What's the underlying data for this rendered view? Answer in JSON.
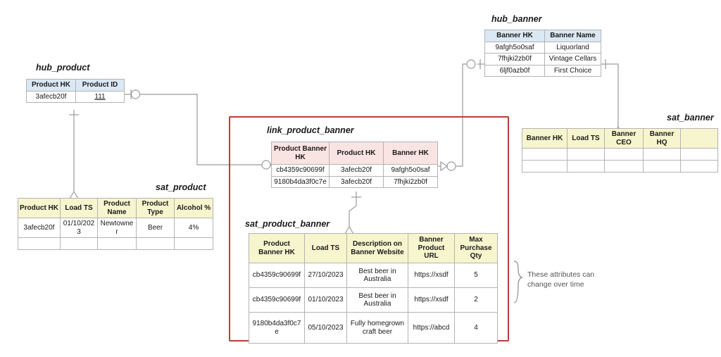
{
  "diagram": {
    "title_note": "These attributes can change over time",
    "highlight_color": "#b5403a",
    "hub_header_color": "#dae8f4",
    "link_header_color": "#fae3e3",
    "sat_header_color": "#f7f5cd"
  },
  "hub_product": {
    "caption": "hub_product",
    "columns": [
      "Product HK",
      "Product ID"
    ],
    "rows": [
      [
        "3afecb20f",
        "111"
      ]
    ]
  },
  "hub_banner": {
    "caption": "hub_banner",
    "columns": [
      "Banner HK",
      "Banner Name"
    ],
    "rows": [
      [
        "9afgh5o0saf",
        "Liquorland"
      ],
      [
        "7fhjki2zb0f",
        "Vintage Cellars"
      ],
      [
        "6ljf0azb0f",
        "First Choice"
      ]
    ]
  },
  "sat_product": {
    "caption": "sat_product",
    "columns": [
      "Product HK",
      "Load TS",
      "Product Name",
      "Product Type",
      "Alcohol %"
    ],
    "rows": [
      [
        "3afecb20f",
        "01/10/2023",
        "Newtowner",
        "Beer",
        "4%"
      ],
      [
        "",
        "",
        "",
        "",
        ""
      ]
    ]
  },
  "sat_banner": {
    "caption": "sat_banner",
    "columns": [
      "Banner HK",
      "Load TS",
      "Banner CEO",
      "Banner HQ",
      ""
    ],
    "rows": [
      [
        "",
        "",
        "",
        "",
        ""
      ],
      [
        "",
        "",
        "",
        "",
        ""
      ]
    ]
  },
  "link_product_banner": {
    "caption": "link_product_banner",
    "columns": [
      "Product Banner HK",
      "Product HK",
      "Banner HK"
    ],
    "rows": [
      [
        "cb4359c90699f",
        "3afecb20f",
        "9afgh5o0saf"
      ],
      [
        "9180b4da3f0c7e",
        "3afecb20f",
        "7fhjki2zb0f"
      ]
    ]
  },
  "sat_product_banner": {
    "caption": "sat_product_banner",
    "columns": [
      "Product Banner HK",
      "Load TS",
      "Description on Banner Website",
      "Banner Product URL",
      "Max Purchase Qty"
    ],
    "rows": [
      {
        "product_banner_hk": "cb4359c90699f",
        "load_ts": "27/10/2023",
        "description": "Best beer in Australia",
        "url": "https://xsdf",
        "qty": "5",
        "qty_color": "green"
      },
      {
        "product_banner_hk": "cb4359c90699f",
        "load_ts": "01/10/2023",
        "description": "Best beer in Australia",
        "url": "https://xsdf",
        "qty": "2",
        "qty_color": "red"
      },
      {
        "product_banner_hk": "9180b4da3f0c7e",
        "load_ts": "05/10/2023",
        "description": "Fully homegrown craft beer",
        "url": "https://abcd",
        "qty": "4",
        "qty_color": "black"
      }
    ]
  }
}
